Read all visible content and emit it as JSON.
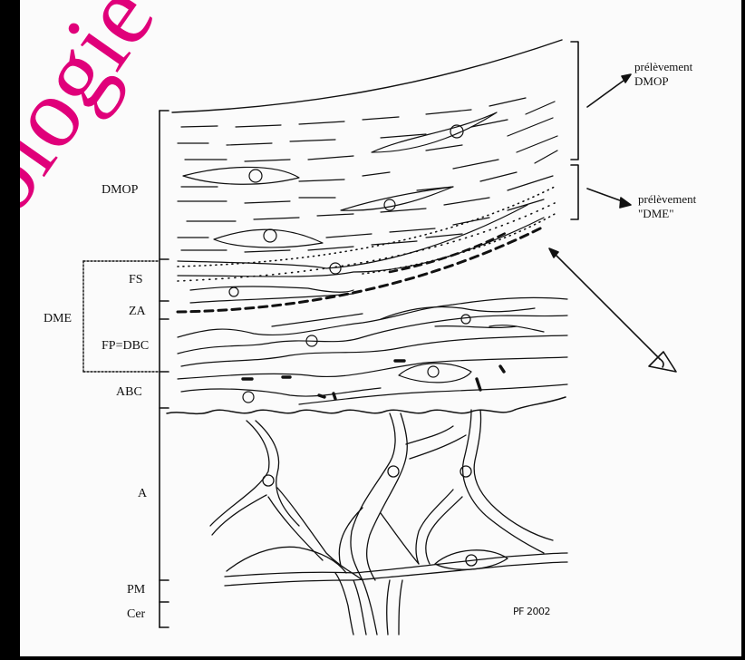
{
  "layers": {
    "dmop": "DMOP",
    "fs": "FS",
    "za": "ZA",
    "fp_dbc": "FP=DBC",
    "abc": "ABC",
    "a": "A",
    "pm": "PM",
    "cer": "Cer",
    "dme_group": "DME"
  },
  "annotations": {
    "sample_dmop_line1": "prélèvement",
    "sample_dmop_line2": "DMOP",
    "sample_dme_line1": "prélèvement",
    "sample_dme_line2": "\"DME\""
  },
  "signature": "PF 2002",
  "watermark": "ologie",
  "colors": {
    "ink": "#111111",
    "paper": "#fbfbfb",
    "watermark": "#e0007a",
    "frame": "#000000"
  },
  "icons": [
    "eye-icon"
  ]
}
